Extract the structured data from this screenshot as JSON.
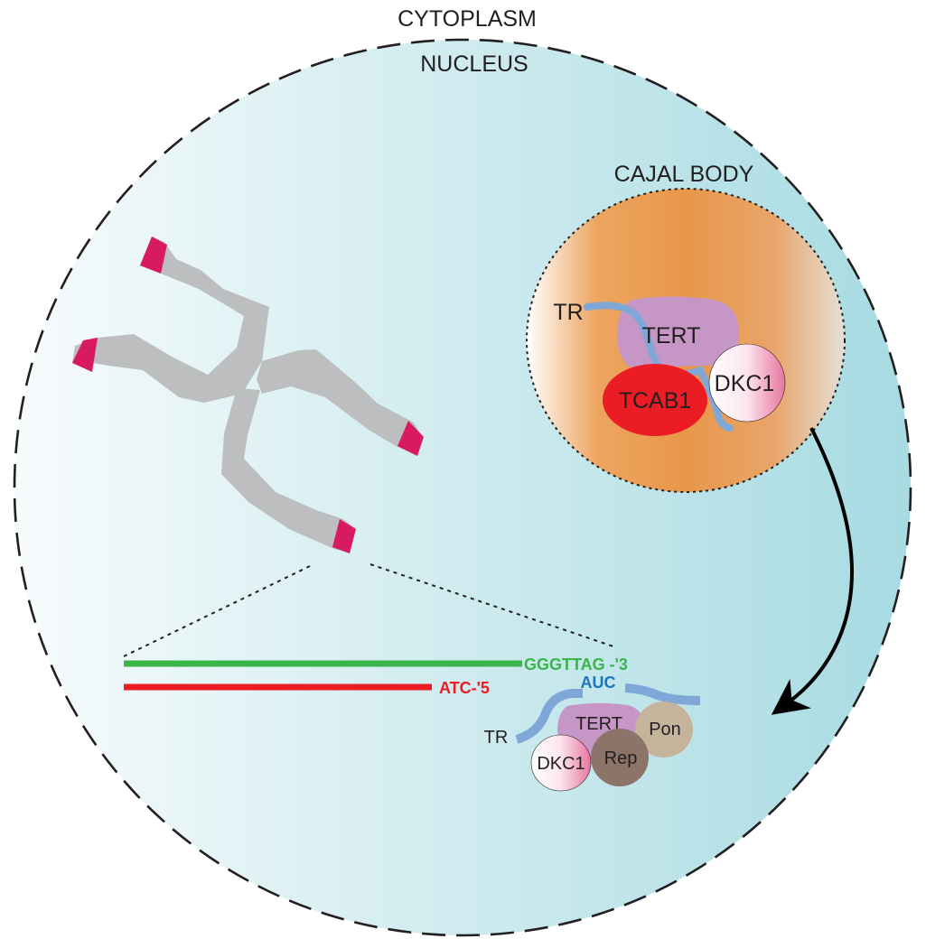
{
  "labels": {
    "cytoplasm": "CYTOPLASM",
    "nucleus": "NUCLEUS",
    "cajal_body": "CAJAL BODY"
  },
  "cajal_complex": {
    "tr": "TR",
    "tert": "TERT",
    "tcab1": "TCAB1",
    "dkc1": "DKC1"
  },
  "telomere_complex": {
    "tr": "TR",
    "tert": "TERT",
    "dkc1": "DKC1",
    "rep": "Rep",
    "pon": "Pon"
  },
  "sequences": {
    "top_strand": "GGGTTAG -'3",
    "bottom_strand": "ATC-'5",
    "template": "AUC"
  },
  "colors": {
    "nucleus_fill_light": "#f5fafb",
    "nucleus_fill_dark": "#a9dde3",
    "cajal_orange": "#e8974a",
    "chromosome_gray": "#bcbec0",
    "telomere_magenta": "#d81b60",
    "tr_blue": "#7fa8d8",
    "tert_purple": "#c596c6",
    "tcab1_red": "#ec1c24",
    "rep_brown": "#8c7468",
    "pon_tan": "#c4b49c",
    "strand_green": "#39b54a",
    "strand_red": "#ec1c24",
    "template_blue": "#1b75bc"
  }
}
